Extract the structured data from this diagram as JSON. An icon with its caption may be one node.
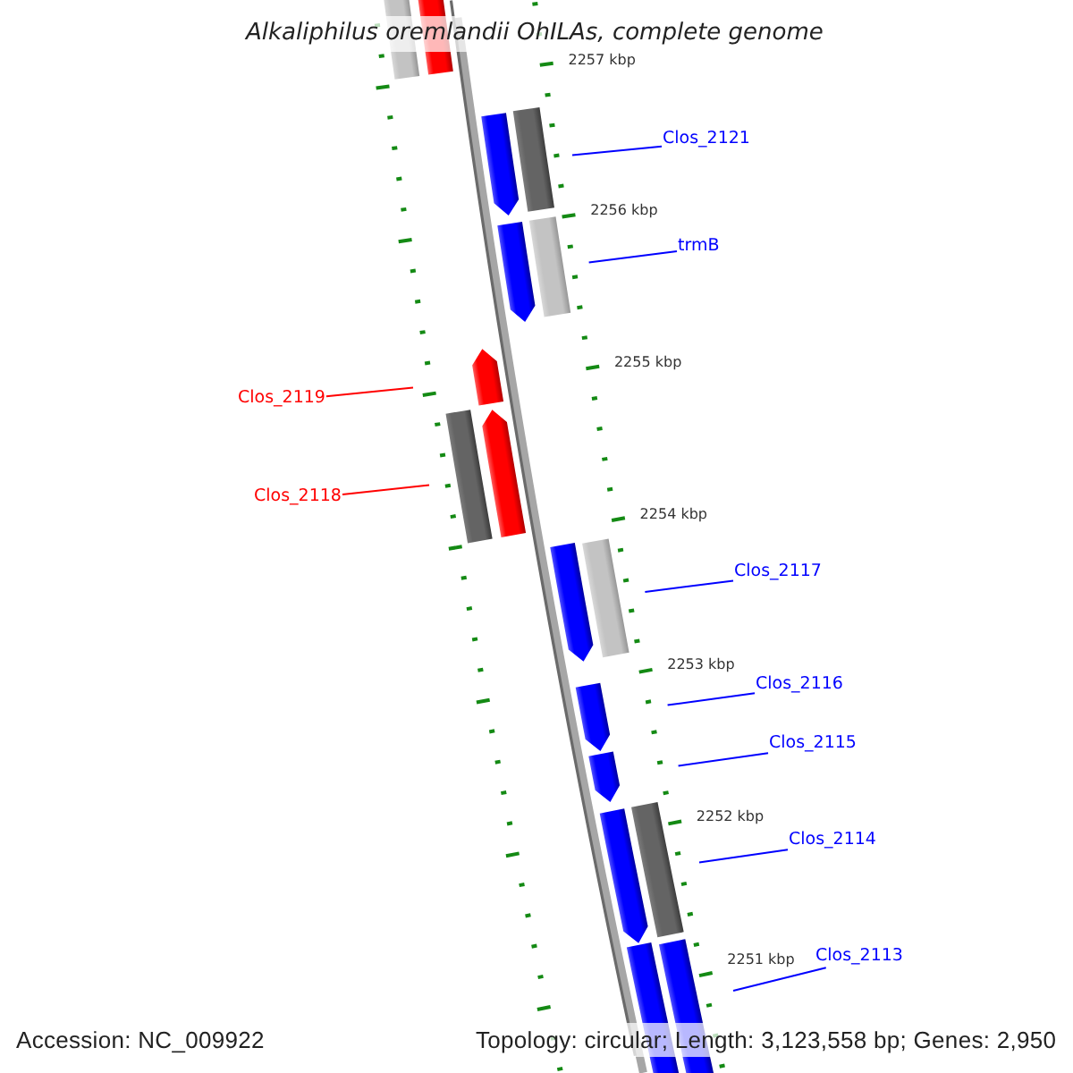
{
  "diagram": {
    "title": "Alkaliphilus oremlandii OhILAs, complete genome",
    "nodes": [
      {
        "text": [
          "Clos_2121"
        ]
      },
      {
        "text": [
          "trmB"
        ]
      },
      {
        "text": [
          "Clos_2119"
        ]
      },
      {
        "text": [
          "Clos_2118"
        ]
      },
      {
        "text": [
          "Clos_2117"
        ]
      },
      {
        "text": [
          "Clos_2116"
        ]
      },
      {
        "text": [
          "Clos_2115"
        ]
      },
      {
        "text": [
          "Clos_2114"
        ]
      },
      {
        "text": [
          "Clos_2113"
        ]
      }
    ],
    "edges": [
      {
        "from": 0,
        "to": null,
        "arrow": "none"
      },
      {
        "from": 1,
        "to": null,
        "arrow": "none"
      },
      {
        "from": 2,
        "to": null,
        "arrow": "none",
        "color": "#ff0000"
      },
      {
        "from": 3,
        "to": null,
        "arrow": "none",
        "color": "#ff0000"
      },
      {
        "from": 4,
        "to": null,
        "arrow": "none"
      },
      {
        "from": 5,
        "to": null,
        "arrow": "none"
      },
      {
        "from": 6,
        "to": null,
        "arrow": "none"
      },
      {
        "from": 7,
        "to": null,
        "arrow": "none"
      },
      {
        "from": 8,
        "to": null,
        "arrow": "none"
      }
    ],
    "labels": [
      "2257 kbp",
      "2256 kbp",
      "2255 kbp",
      "2254 kbp",
      "2253 kbp",
      "2252 kbp",
      "2251 kbp",
      "Accession: NC_009922",
      "Topology: circular; Length: 3,123,558 bp; Genes: 2,950"
    ]
  }
}
